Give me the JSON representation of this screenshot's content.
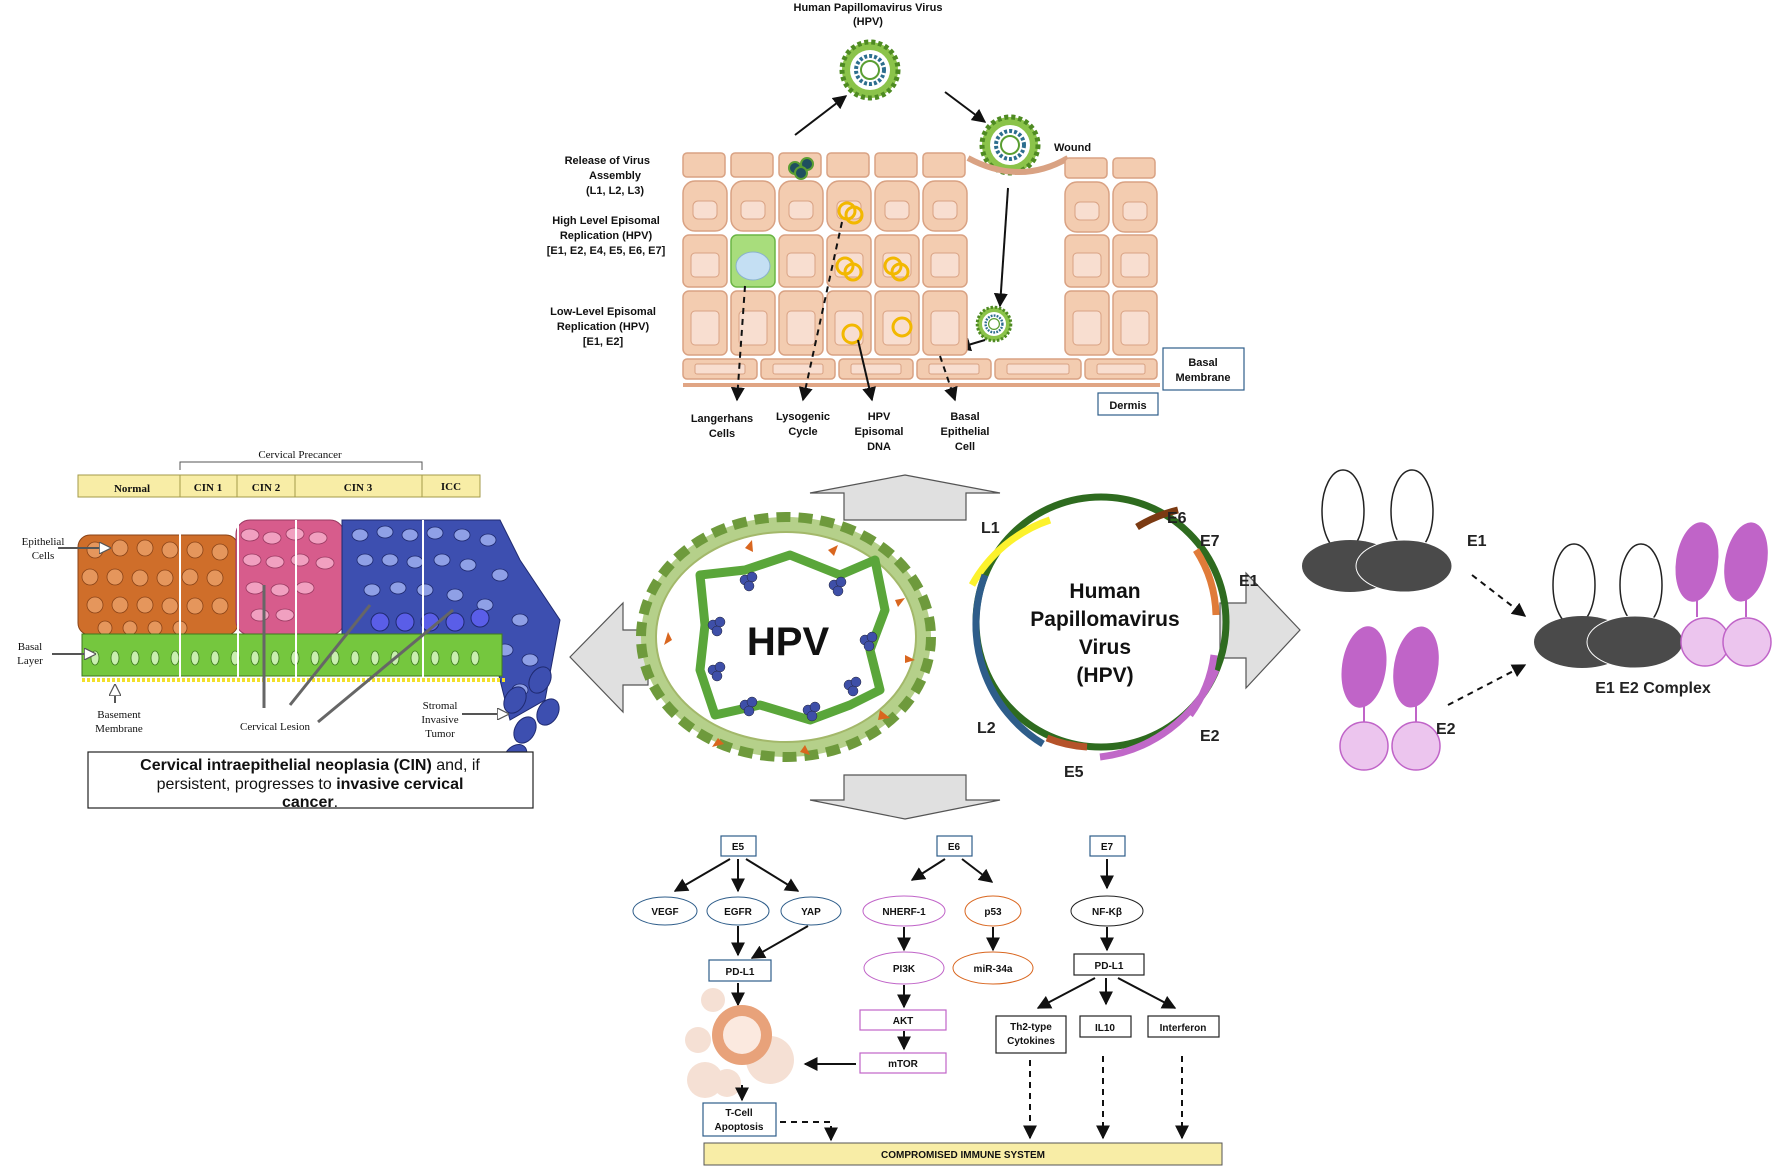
{
  "lifecycle": {
    "virus_title_1": "Human Papillomavirus Virus",
    "virus_title_2": "(HPV)",
    "wound": "Wound",
    "release_1": "Release of Virus",
    "release_2": "Assembly",
    "release_3": "(L1, L2, L3)",
    "high_1": "High Level Episomal",
    "high_2": "Replication (HPV)",
    "high_3": "[E1, E2, E4, E5, E6, E7]",
    "low_1": "Low-Level Episomal",
    "low_2": "Replication (HPV)",
    "low_3": "[E1, E2]",
    "basal_membrane_1": "Basal",
    "basal_membrane_2": "Membrane",
    "dermis": "Dermis",
    "langerhans_1": "Langerhans",
    "langerhans_2": "Cells",
    "lysogenic_1": "Lysogenic",
    "lysogenic_2": "Cycle",
    "hpv_dna_1": "HPV",
    "hpv_dna_2": "Episomal",
    "hpv_dna_3": "DNA",
    "basal_cell_1": "Basal",
    "basal_cell_2": "Epithelial",
    "basal_cell_3": "Cell"
  },
  "cervical": {
    "precancer": "Cervical Precancer",
    "stages": [
      "Normal",
      "CIN 1",
      "CIN 2",
      "CIN 3",
      "ICC"
    ],
    "epithelial_1": "Epithelial",
    "epithelial_2": "Cells",
    "basal_1": "Basal",
    "basal_2": "Layer",
    "basement_1": "Basement",
    "basement_2": "Membrane",
    "lesion": "Cervical Lesion",
    "stromal_1": "Stromal",
    "stromal_2": "Invasive",
    "stromal_3": "Tumor",
    "caption_b1": "Cervical intraepithelial neoplasia (CIN)",
    "caption_t1": " and, if",
    "caption_t2": "persistent, progresses to ",
    "caption_b2": "invasive cervical",
    "caption_b3": "cancer",
    "caption_t3": "."
  },
  "center": {
    "virion_label": "HPV",
    "genome_1": "Human",
    "genome_2": "Papillomavirus",
    "genome_3": "Virus",
    "genome_4": "(HPV)",
    "genes": [
      "L1",
      "E6",
      "E7",
      "E1",
      "E2",
      "E5",
      "L2"
    ]
  },
  "complex": {
    "e1": "E1",
    "e2": "E2",
    "label": "E1 E2 Complex"
  },
  "pathway": {
    "e5": "E5",
    "e6": "E6",
    "e7": "E7",
    "vegf": "VEGF",
    "egfr": "EGFR",
    "yap": "YAP",
    "pdl1_a": "PD-L1",
    "nherf": "NHERF-1",
    "p53": "p53",
    "nfkb": "NF-Kβ",
    "pi3k": "PI3K",
    "mir": "miR-34a",
    "pdl1_b": "PD-L1",
    "akt": "AKT",
    "mtor": "mTOR",
    "th2_1": "Th2-type",
    "th2_2": "Cytokines",
    "il10": "IL10",
    "interferon": "Interferon",
    "tcell_1": "T-Cell",
    "tcell_2": "Apoptosis",
    "compromised": "COMPROMISED IMMUNE SYSTEM"
  },
  "colors": {
    "skin": "#f3ccb0",
    "virus_green": "#5a9e32",
    "genome_ring": "#2e6b1f",
    "orange_cells": "#cf6e2a",
    "pink_cells": "#d75c8c",
    "blue_cells": "#3d4fb0",
    "purple": "#c064c8",
    "dark_grey": "#4a4a4a",
    "yellow_box": "#f8eda6"
  }
}
